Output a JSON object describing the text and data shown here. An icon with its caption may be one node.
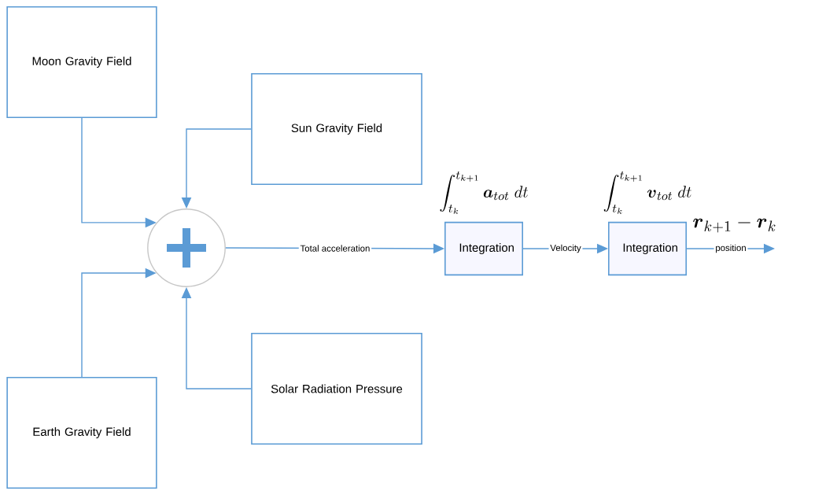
{
  "diagram": {
    "nodes": [
      {
        "text": [
          "Moon Gravity Field"
        ]
      },
      {
        "text": [
          "Sun Gravity Field"
        ]
      },
      {
        "text": [],
        "shape": "circle"
      },
      {
        "text": [
          "Solar Radiation Pressure"
        ]
      },
      {
        "text": [
          "Earth Gravity Field"
        ]
      },
      {
        "text": [
          "Integration"
        ],
        "beside": [
          "\\int_{t_k}^{t_{k+1}} \\boldsymbol{a}_{tot}\\; dt"
        ]
      },
      {
        "text": [
          "Integration"
        ],
        "beside": [
          "\\int_{t_k}^{t_{k+1}} \\boldsymbol{v}_{tot}\\; dt"
        ]
      }
    ],
    "edges": [
      {
        "from": 0,
        "to": 2,
        "arrow": "to"
      },
      {
        "from": 1,
        "to": 2,
        "arrow": "to"
      },
      {
        "from": 4,
        "to": 2,
        "arrow": "to"
      },
      {
        "from": 3,
        "to": 2,
        "arrow": "to"
      },
      {
        "from": 2,
        "to": 5,
        "arrow": "to",
        "label": "Total acceleration"
      },
      {
        "from": 5,
        "to": 6,
        "arrow": "to",
        "label": "Velocity"
      },
      {
        "from": 6,
        "to": null,
        "arrow": "to",
        "label": "position"
      }
    ],
    "labels": [
      "\\boldsymbol{r}_{k+1} - \\boldsymbol{r}_k"
    ]
  }
}
